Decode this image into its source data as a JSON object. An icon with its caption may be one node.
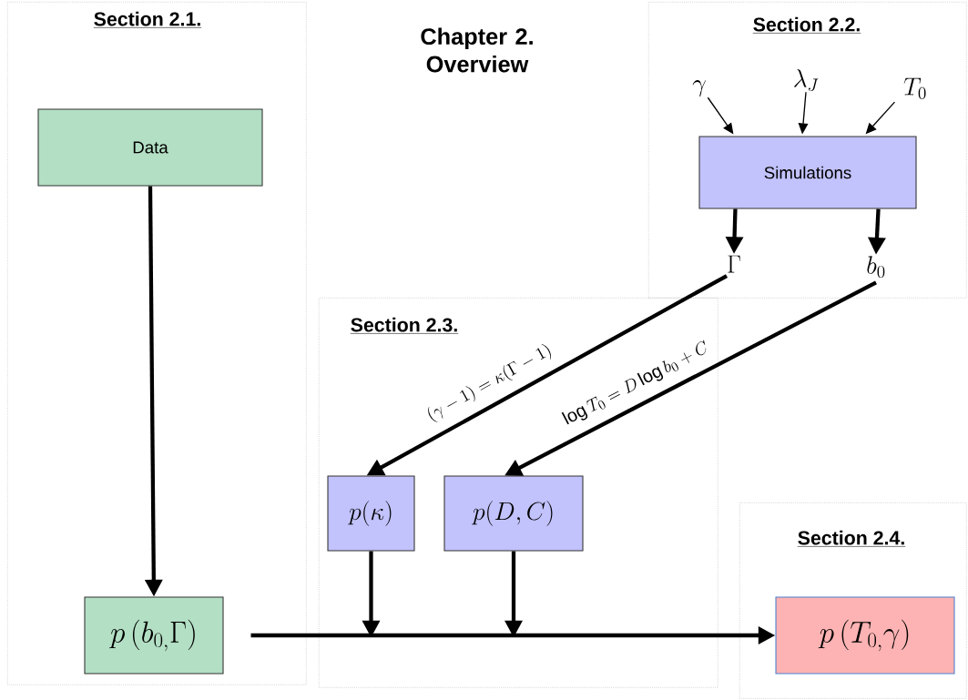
{
  "diagram": {
    "title": "Chapter 2. Overview",
    "nodes": [
      {
        "text": [
          "Section 2.1."
        ]
      },
      {
        "text": [
          "Data"
        ],
        "in": 0
      },
      {
        "text": [
          "p\\left(b_{0,}\\Gamma\\right)"
        ],
        "in": 0
      },
      {
        "text": [
          "Section 2.2."
        ]
      },
      {
        "text": [
          "\\gamma"
        ],
        "in": 3
      },
      {
        "text": [
          "\\lambda_J"
        ],
        "in": 3
      },
      {
        "text": [
          "T_0"
        ],
        "in": 3
      },
      {
        "text": [
          "Simulations"
        ],
        "in": 3
      },
      {
        "text": [
          "\\Gamma"
        ],
        "in": 3
      },
      {
        "text": [
          "b_0"
        ],
        "in": 3
      },
      {
        "text": [
          "Section 2.3."
        ]
      },
      {
        "text": [
          "p(\\kappa)"
        ],
        "in": 10
      },
      {
        "text": [
          "p(D,C)"
        ],
        "in": 10
      },
      {
        "text": [
          "Section 2.4."
        ]
      },
      {
        "text": [
          "p\\left(T_{0,}\\gamma\\right)"
        ],
        "in": 13
      }
    ],
    "edges": [
      {
        "from": 1,
        "to": 2,
        "arrow": "to"
      },
      {
        "from": 4,
        "to": 7,
        "arrow": "to"
      },
      {
        "from": 5,
        "to": 7,
        "arrow": "to"
      },
      {
        "from": 6,
        "to": 7,
        "arrow": "to"
      },
      {
        "from": 7,
        "to": 8,
        "arrow": "to"
      },
      {
        "from": 7,
        "to": 9,
        "arrow": "to"
      },
      {
        "from": 8,
        "to": 11,
        "arrow": "to",
        "label": "(\\gamma-1)=\\kappa(\\Gamma-1)"
      },
      {
        "from": 9,
        "to": 12,
        "arrow": "to",
        "label": "\\log T_0 = D\\log b_0 + C"
      },
      {
        "from": 11,
        "to": null,
        "arrow": "to"
      },
      {
        "from": 12,
        "to": null,
        "arrow": "to"
      },
      {
        "from": 2,
        "to": 14,
        "arrow": "to"
      }
    ]
  }
}
